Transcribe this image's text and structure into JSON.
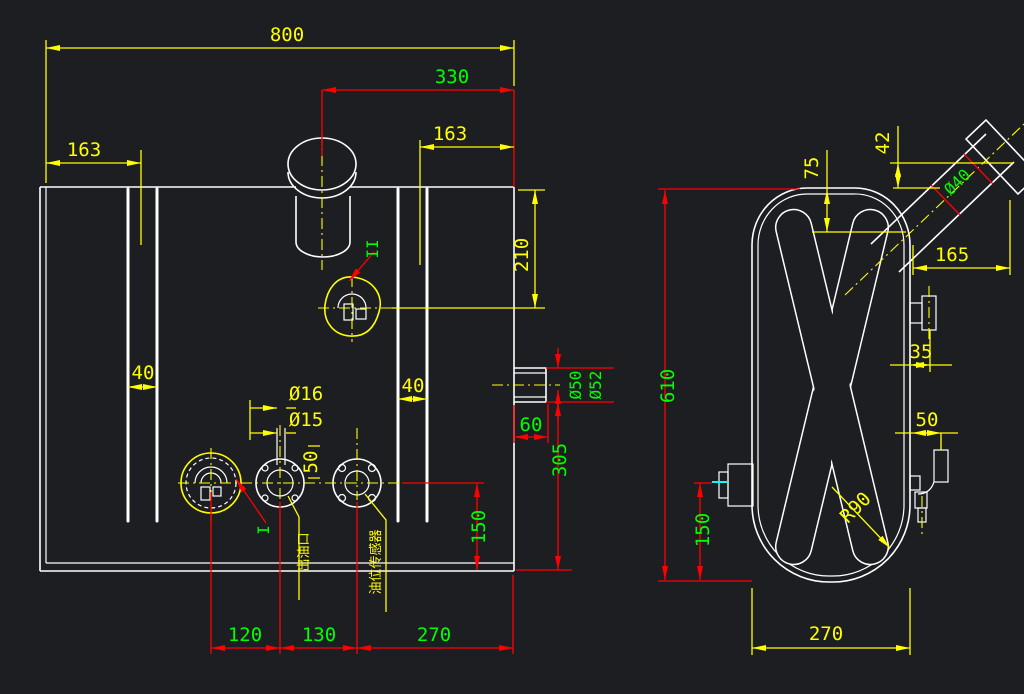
{
  "colors": {
    "background": "#1d1e22",
    "geometry": "#ffffff",
    "dimension_primary": "#ffff00",
    "dimension_secondary": "#ff0000",
    "dimension_text_alt": "#00ff00",
    "accent_cyan": "#00ffff"
  },
  "front_view": {
    "dimensions": {
      "overall_width": "800",
      "filler_offset": "330",
      "left_strap_offset": "163",
      "right_strap_offset": "163",
      "filler_center_depth": "210",
      "left_strap_width": "40",
      "right_strap_width": "40",
      "port_outer_dia": "Ø16",
      "port_inner_dia": "Ø15",
      "port_stub_len": "50",
      "outlet_outer_dia": "Ø52",
      "outlet_inner_dia": "Ø50",
      "outlet_length": "60",
      "outlet_center_height": "305",
      "ports_center_height": "150",
      "pitch_1": "120",
      "pitch_2": "130",
      "pitch_3": "270"
    },
    "annotations": {
      "weld_mark_1": "I",
      "weld_mark_2": "II",
      "suction_port_label": "出油口",
      "sender_label": "油位传感器"
    }
  },
  "side_view": {
    "dimensions": {
      "rib_top_offset": "75",
      "filler_axis_offset": "42",
      "filler_pipe_dia": "Ø40",
      "filler_reach": "165",
      "overall_height": "610",
      "breather_offset": "35",
      "return_port_offset": "50",
      "drain_center_height": "150",
      "corner_radius": "R90",
      "overall_depth": "270"
    }
  }
}
